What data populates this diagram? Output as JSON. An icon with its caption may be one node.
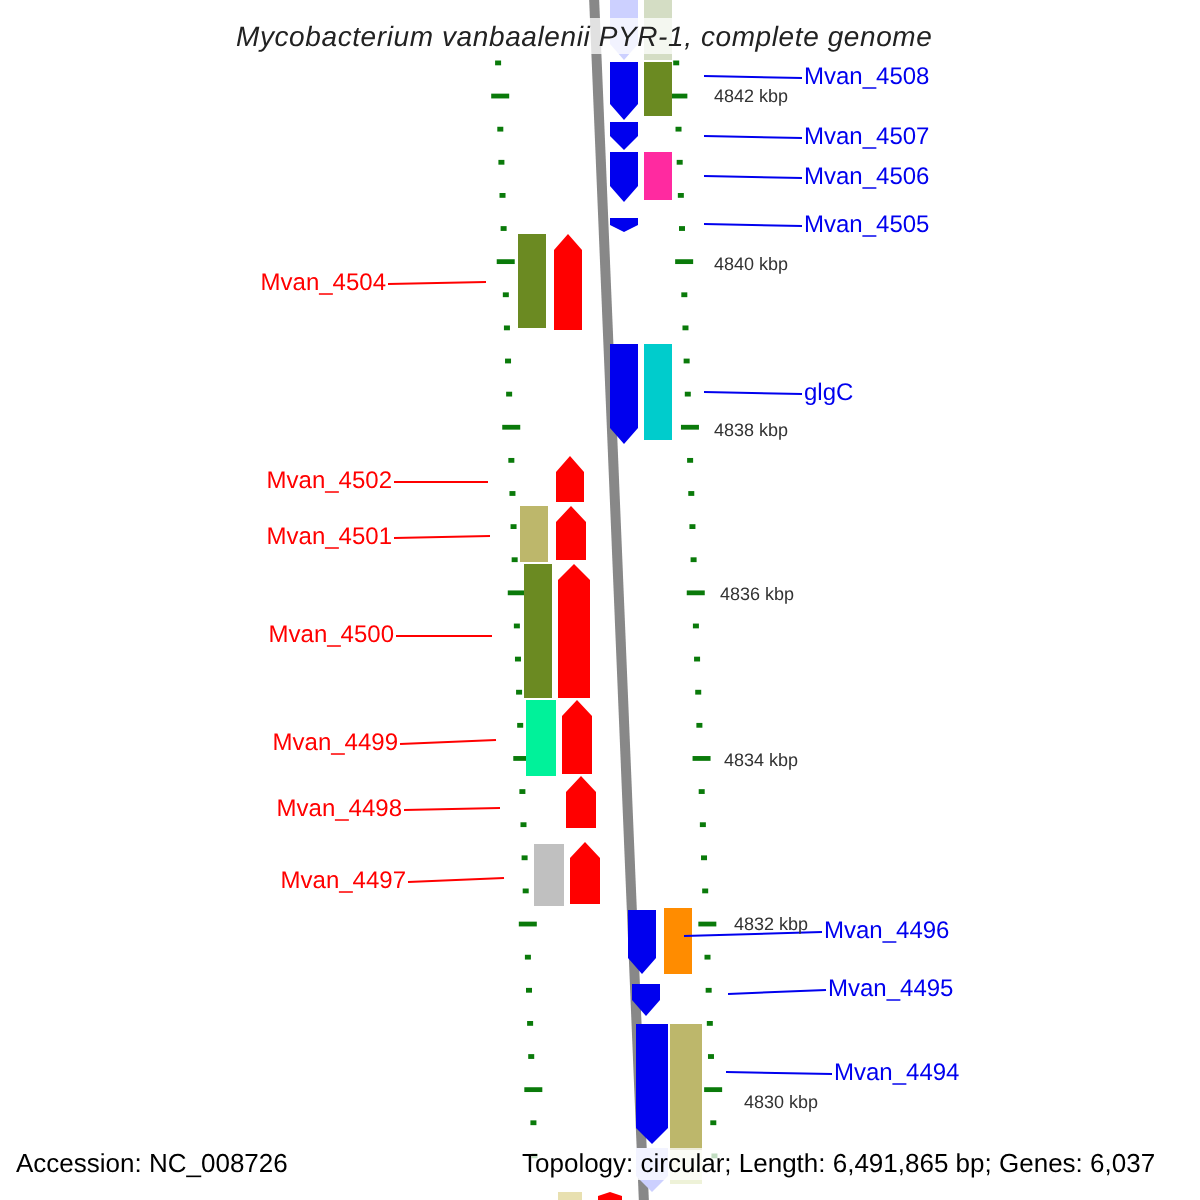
{
  "diagram": {
    "title": "Mycobacterium vanbaalenii PYR-1, complete genome",
    "nodes": [
      {
        "text": [
          "Mvan_4508"
        ]
      },
      {
        "text": [
          "Mvan_4507"
        ]
      },
      {
        "text": [
          "Mvan_4506"
        ]
      },
      {
        "text": [
          "Mvan_4505"
        ]
      },
      {
        "text": [
          "Mvan_4504"
        ]
      },
      {
        "text": [
          "glgC"
        ]
      },
      {
        "text": [
          "Mvan_4502"
        ]
      },
      {
        "text": [
          "Mvan_4501"
        ]
      },
      {
        "text": [
          "Mvan_4500"
        ]
      },
      {
        "text": [
          "Mvan_4499"
        ]
      },
      {
        "text": [
          "Mvan_4498"
        ]
      },
      {
        "text": [
          "Mvan_4497"
        ]
      },
      {
        "text": [
          "Mvan_4496"
        ]
      },
      {
        "text": [
          "Mvan_4495"
        ]
      },
      {
        "text": [
          "Mvan_4494"
        ]
      }
    ],
    "edges": [
      {
        "from": 0,
        "to": null,
        "arrow": "none"
      },
      {
        "from": 1,
        "to": null,
        "arrow": "none"
      },
      {
        "from": 2,
        "to": null,
        "arrow": "none"
      },
      {
        "from": 3,
        "to": null,
        "arrow": "none"
      },
      {
        "from": 4,
        "to": null,
        "arrow": "none",
        "color": "#ff0000"
      },
      {
        "from": 5,
        "to": null,
        "arrow": "none"
      },
      {
        "from": 6,
        "to": null,
        "arrow": "none",
        "color": "#ff0000"
      },
      {
        "from": 7,
        "to": null,
        "arrow": "none",
        "color": "#ff0000"
      },
      {
        "from": 8,
        "to": null,
        "arrow": "none",
        "color": "#ff0000"
      },
      {
        "from": 9,
        "to": null,
        "arrow": "none",
        "color": "#ff0000"
      },
      {
        "from": 10,
        "to": null,
        "arrow": "none",
        "color": "#ff0000"
      },
      {
        "from": 11,
        "to": null,
        "arrow": "none",
        "color": "#ff0000"
      },
      {
        "from": 12,
        "to": null,
        "arrow": "none"
      },
      {
        "from": 13,
        "to": null,
        "arrow": "none"
      },
      {
        "from": 14,
        "to": null,
        "arrow": "none"
      }
    ],
    "labels": [
      "4842 kbp",
      "4840 kbp",
      "4838 kbp",
      "4836 kbp",
      "4834 kbp",
      "4832 kbp",
      "4830 kbp",
      "Accession: NC_008726",
      "Topology: circular; Length: 6,491,865 bp; Genes: 6,037"
    ]
  }
}
